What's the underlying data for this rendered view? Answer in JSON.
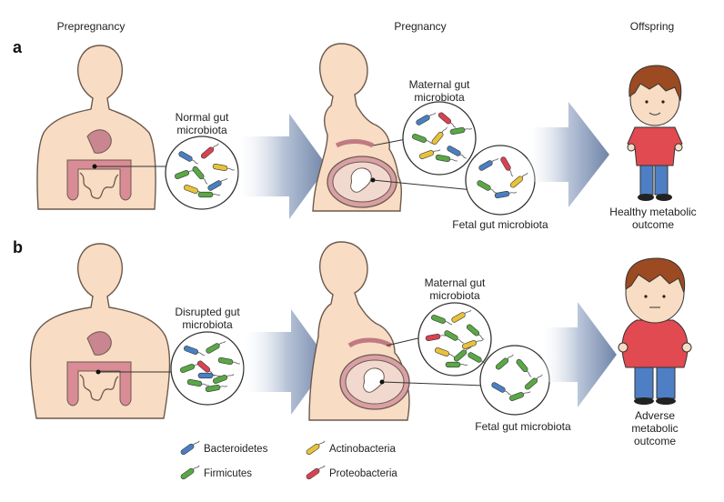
{
  "columns": {
    "prepregnancy": "Prepregnancy",
    "pregnancy": "Pregnancy",
    "offspring": "Offspring"
  },
  "panels": [
    {
      "label": "a",
      "maternal_circle": "Normal gut microbiota",
      "pregnancy_maternal": "Maternal gut microbiota",
      "fetal": "Fetal gut microbiota",
      "outcome": "Healthy metabolic outcome"
    },
    {
      "label": "b",
      "maternal_circle": "Disrupted gut microbiota",
      "pregnancy_maternal": "Maternal gut microbiota",
      "fetal": "Fetal gut microbiota",
      "outcome": "Adverse metabolic outcome"
    }
  ],
  "legend": [
    {
      "name": "Bacteroidetes",
      "color": "#4a7fc1"
    },
    {
      "name": "Firmicutes",
      "color": "#5aa845"
    },
    {
      "name": "Actinobacteria",
      "color": "#e8c23a"
    },
    {
      "name": "Proteobacteria",
      "color": "#d9434f"
    }
  ],
  "colors": {
    "skin": "#f8dcc3",
    "skin_outline": "#6b5a4e",
    "intestine": "#d98c95",
    "arrow": "#7f93b3",
    "hair": "#9b4a22",
    "shirt": "#e14a50",
    "pants": "#4e7fc4"
  }
}
